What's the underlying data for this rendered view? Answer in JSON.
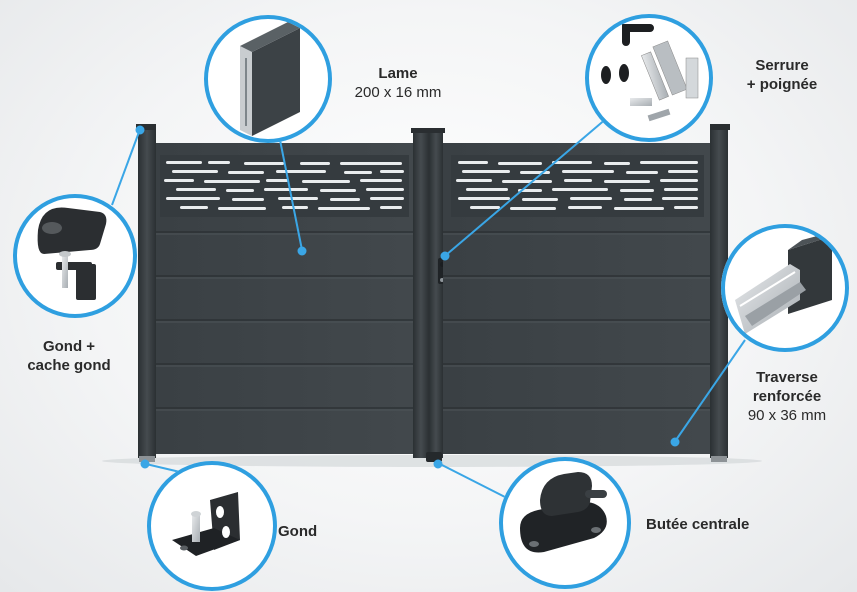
{
  "callouts": {
    "lame": {
      "title": "Lame",
      "detail": "200 x 16 mm"
    },
    "serrure": {
      "line1": "Serrure",
      "line2": "+ poignée"
    },
    "gond_cache": {
      "line1": "Gond +",
      "line2": "cache gond"
    },
    "traverse": {
      "line1": "Traverse",
      "line2": "renforcée",
      "detail": "90 x 36 mm"
    },
    "gond": {
      "title": "Gond"
    },
    "butee": {
      "title": "Butée centrale"
    }
  },
  "colors": {
    "gate": "#3d4347",
    "gate_dark": "#2f3437",
    "callout_ring": "#2f9fe0",
    "leader_line": "#3aa6e6",
    "label_text": "#2a2a2a"
  },
  "icons": [
    "lame-profile-icon",
    "lock-handle-icon",
    "hinge-cover-icon",
    "rail-profile-icon",
    "hinge-bracket-icon",
    "central-stop-icon"
  ]
}
